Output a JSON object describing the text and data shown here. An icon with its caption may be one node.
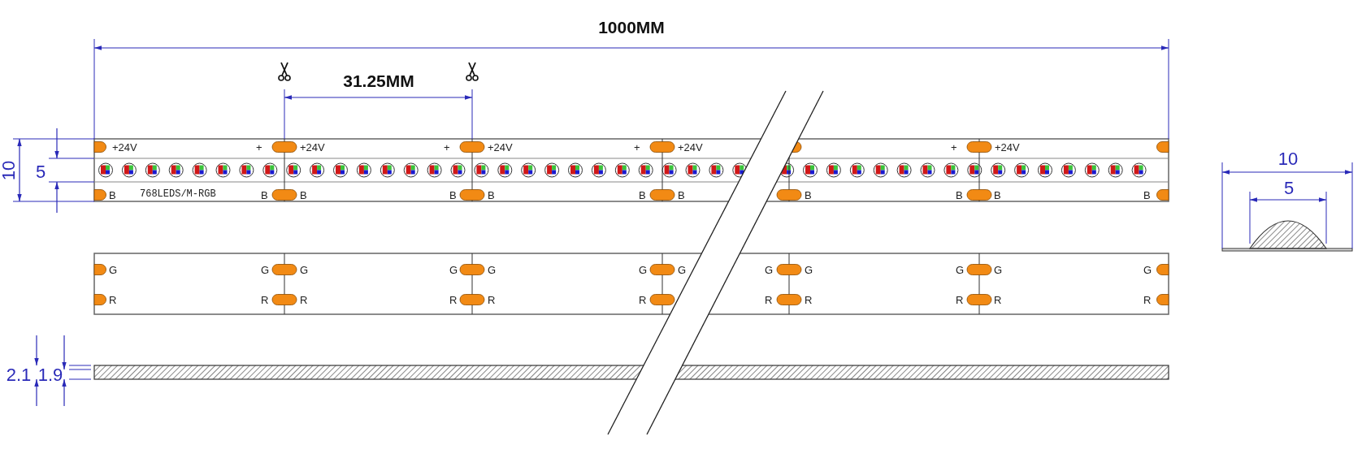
{
  "diagram": {
    "labels": [
      "1000MM",
      "31.25MM",
      "+24V",
      "+",
      "+24V",
      "+",
      "+24V",
      "+",
      "+24V",
      "+",
      "+24V",
      "B",
      "768LEDS/M-RGB",
      "B",
      "B",
      "B",
      "B",
      "B",
      "B",
      "B",
      "B",
      "B",
      "B",
      "G",
      "G",
      "G",
      "G",
      "G",
      "G",
      "G",
      "G",
      "G",
      "G",
      "G",
      "G",
      "R",
      "R",
      "R",
      "R",
      "R",
      "R",
      "R",
      "R",
      "R",
      "R",
      "R",
      "10",
      "5",
      "2.1",
      "1.9",
      "10",
      "5"
    ]
  }
}
